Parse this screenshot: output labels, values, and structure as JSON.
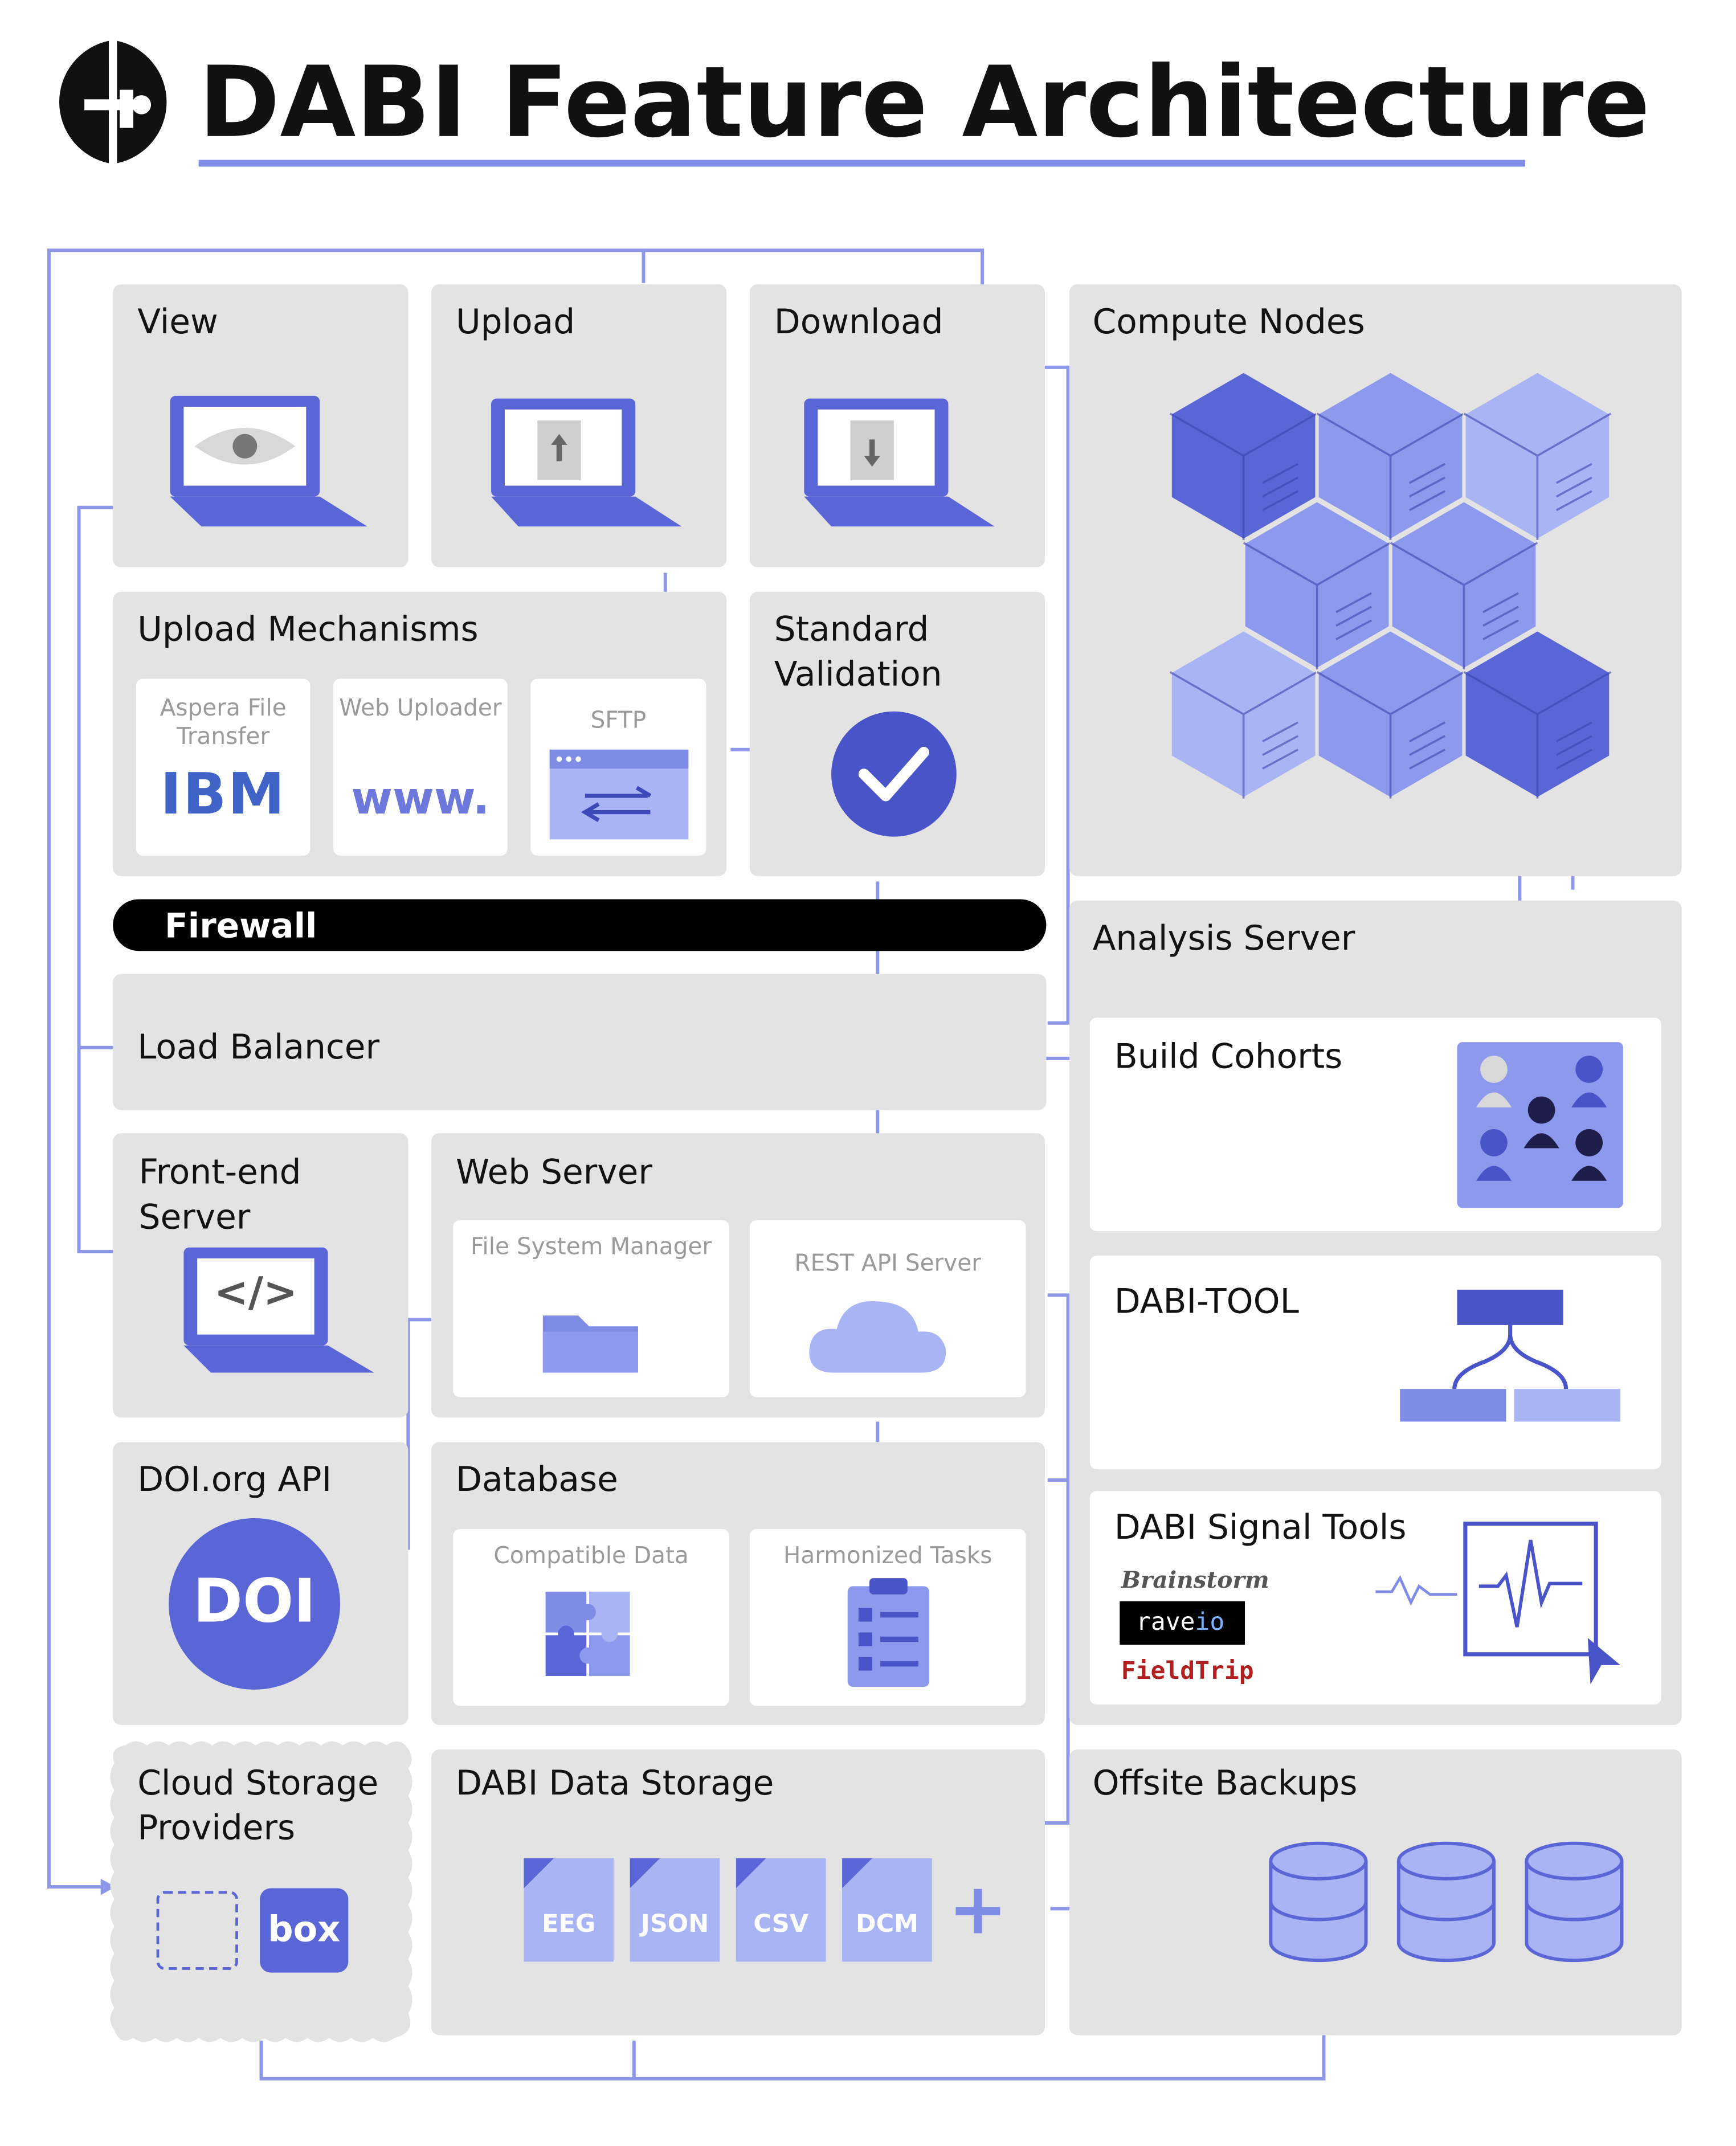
{
  "title": "DABI Feature Architecture",
  "colors": {
    "accent": "#7f8ce6",
    "dark": "#5b66d6",
    "mid": "#8d99ec",
    "light": "#a9b4f5",
    "box": "#e3e3e3",
    "line": "#8d97e8"
  },
  "view": {
    "label": "View"
  },
  "upload": {
    "label": "Upload"
  },
  "download": {
    "label": "Download"
  },
  "compute": {
    "label": "Compute Nodes"
  },
  "upload_mech": {
    "label": "Upload Mechanisms",
    "aspera": "Aspera File Transfer",
    "aspera_logo": "IBM",
    "web": "Web Uploader",
    "web_logo": "www.",
    "sftp": "SFTP"
  },
  "validation": {
    "label": "Standard Validation"
  },
  "firewall": {
    "label": "Firewall"
  },
  "load_balancer": {
    "label": "Load Balancer"
  },
  "analysis": {
    "label": "Analysis Server"
  },
  "cohorts": {
    "label": "Build Cohorts"
  },
  "dabi_tool": {
    "label": "DABI-TOOL"
  },
  "signal": {
    "label": "DABI Signal Tools",
    "brainstorm": "Brainstorm",
    "raveio_a": "rave",
    "raveio_b": "io",
    "fieldtrip": "FieldTrip"
  },
  "frontend": {
    "label": "Front-end Server",
    "code": "</>"
  },
  "webserver": {
    "label": "Web Server",
    "fsm": "File System Manager",
    "rest": "REST API Server"
  },
  "doi": {
    "label": "DOI.org API",
    "logo": "DOI"
  },
  "database": {
    "label": "Database",
    "compat": "Compatible Data",
    "harm": "Harmonized Tasks"
  },
  "cloud": {
    "label": "Cloud Storage Providers",
    "box_logo": "box"
  },
  "storage": {
    "label": "DABI Data Storage",
    "files": [
      "EEG",
      "JSON",
      "CSV",
      "DCM"
    ],
    "plus": "+"
  },
  "backups": {
    "label": "Offsite Backups"
  }
}
